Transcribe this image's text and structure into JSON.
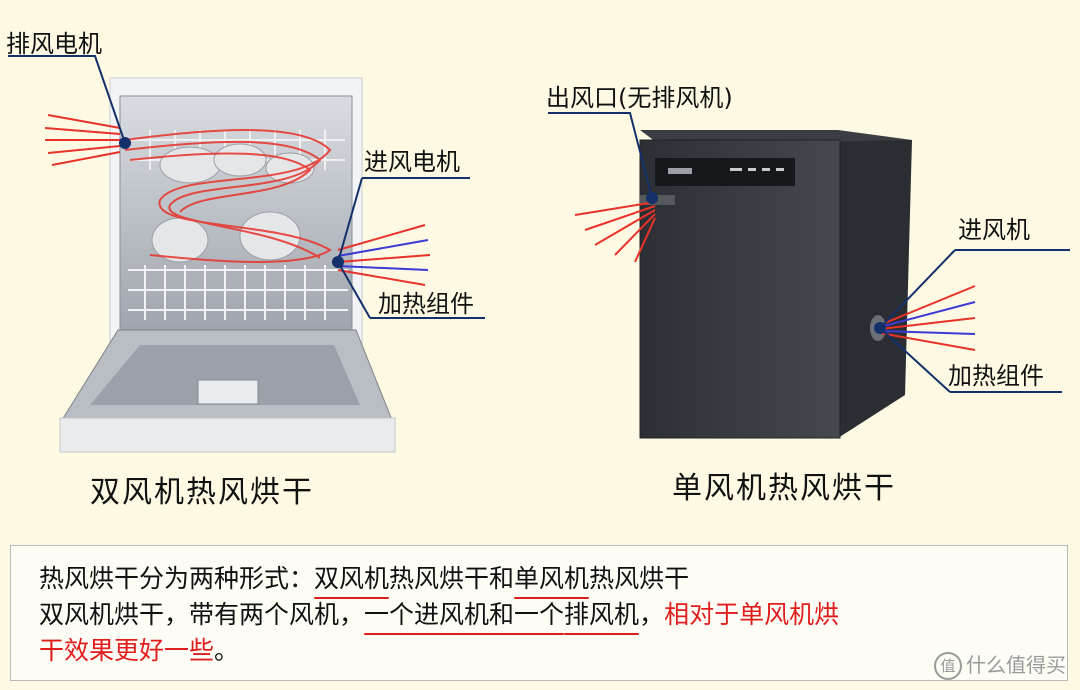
{
  "left_diagram": {
    "labels": {
      "exhaust_fan": "排风电机",
      "intake_fan": "进风电机",
      "heater": "加热组件"
    },
    "caption": "双风机热风烘干"
  },
  "right_diagram": {
    "labels": {
      "outlet": "出风口(无排风机)",
      "intake_fan": "进风机",
      "heater": "加热组件"
    },
    "caption": "单风机热风烘干"
  },
  "description": {
    "line1": {
      "prefix": "热风烘干分为两种形式：",
      "term1": "双风机",
      "mid": "热风烘干和",
      "term2": "单风机",
      "suffix": "热风烘干"
    },
    "line2": {
      "a": "双风机烘干，带有两个风机，",
      "b": "一个进风机和一个",
      "c": "排风机",
      "d": "，",
      "highlight": "相对于单风机烘"
    },
    "line3": {
      "highlight": "干效果更好一些",
      "end": "。"
    }
  },
  "watermark": {
    "logo_glyph": "值",
    "text": "什么值得买"
  },
  "colors": {
    "background": "#fdf9e3",
    "callout_line": "#14306b",
    "hot_air": "#e8322a",
    "cool_air": "#3b3bd6",
    "highlight_text": "#e01d1d"
  }
}
